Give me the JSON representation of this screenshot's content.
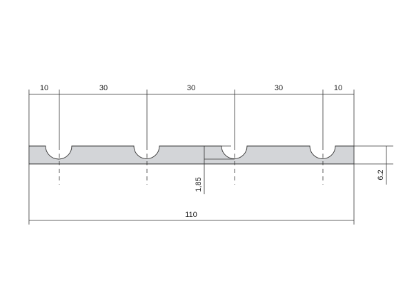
{
  "drawing": {
    "part_fill": "#d3d5d8",
    "line_color": "#333333",
    "dimensions": {
      "top": [
        "10",
        "30",
        "30",
        "30",
        "10"
      ],
      "overall": "110",
      "thickness": "6.2",
      "groove_depth": "1,85"
    }
  }
}
